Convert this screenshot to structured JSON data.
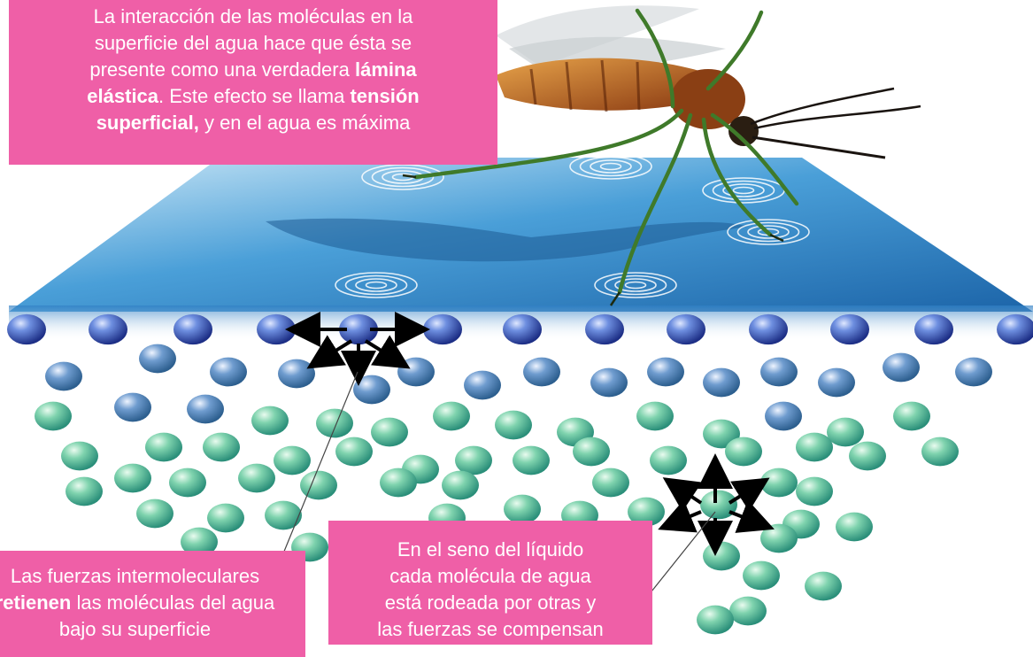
{
  "callouts": {
    "top": {
      "lines": [
        [
          {
            "t": "La interacción de las moléculas en la",
            "b": false
          }
        ],
        [
          {
            "t": "superficie del agua hace que ésta se",
            "b": false
          }
        ],
        [
          {
            "t": "presente como una verdadera ",
            "b": false
          },
          {
            "t": "lámina",
            "b": true
          }
        ],
        [
          {
            "t": "elástica",
            "b": true
          },
          {
            "t": ". Este efecto se llama ",
            "b": false
          },
          {
            "t": "tensión",
            "b": true
          }
        ],
        [
          {
            "t": "superficial,",
            "b": true
          },
          {
            "t": " y en el agua es máxima",
            "b": false
          }
        ]
      ]
    },
    "bottom_left": {
      "lines": [
        [
          {
            "t": "Las fuerzas intermoleculares",
            "b": false
          }
        ],
        [
          {
            "t": "retienen",
            "b": true
          },
          {
            "t": " las moléculas del agua",
            "b": false
          }
        ],
        [
          {
            "t": "bajo su superficie",
            "b": false
          }
        ]
      ]
    },
    "bottom_center": {
      "lines": [
        [
          {
            "t": "En el seno del líquido",
            "b": false
          }
        ],
        [
          {
            "t": "cada molécula de agua",
            "b": false
          }
        ],
        [
          {
            "t": "está rodeada por otras y",
            "b": false
          }
        ],
        [
          {
            "t": "las fuerzas se compensan",
            "b": false
          }
        ]
      ]
    }
  },
  "colors": {
    "callout_bg": "#ef5fa7",
    "water_surface": "#4a9fd8",
    "surface_molecule": "#2e4fb0",
    "bulk_molecule": "#5fbf9a",
    "arrow": "#000000"
  },
  "icons": [
    "mosquito-illustration",
    "ripple-rings",
    "force-arrows"
  ]
}
